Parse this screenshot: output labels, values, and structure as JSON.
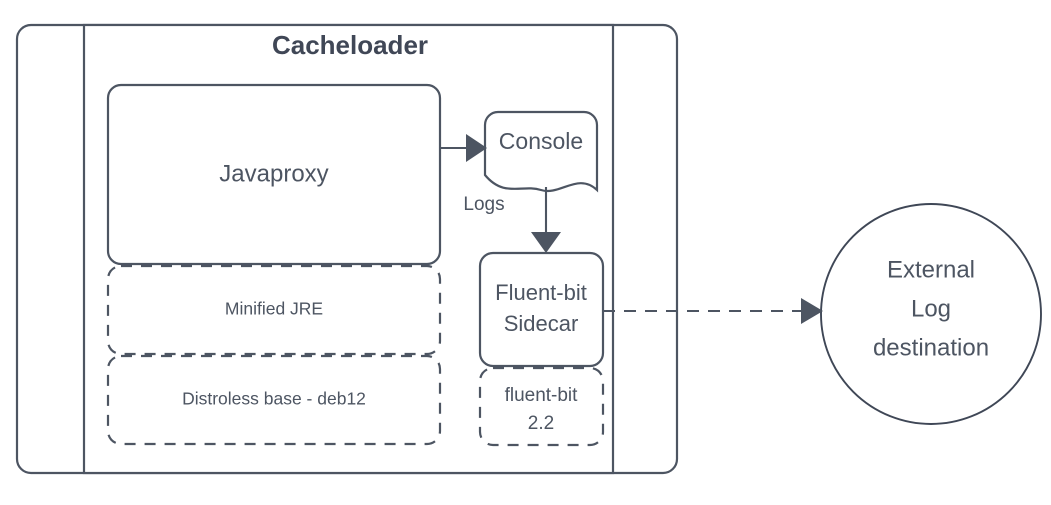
{
  "diagram": {
    "title": "Cacheloader",
    "accent_color": "#4d5562",
    "background_color": "#ffffff",
    "text_color": "#4d5562",
    "outer_container": {
      "name": "pod-outer-container",
      "style": "rounded-rectangle-solid"
    },
    "inner_container": {
      "name": "cacheloader-container",
      "label": "Cacheloader",
      "style": "rectangle-solid"
    },
    "nodes": [
      {
        "id": "javaproxy",
        "label": "Javaproxy",
        "shape": "rounded-rectangle",
        "border": "solid"
      },
      {
        "id": "minified-jre",
        "label": "Minified JRE",
        "shape": "rounded-rectangle",
        "border": "dashed"
      },
      {
        "id": "distroless-base",
        "label": "Distroless base - deb12",
        "shape": "rounded-rectangle",
        "border": "dashed"
      },
      {
        "id": "console",
        "label": "Console",
        "shape": "document",
        "border": "solid"
      },
      {
        "id": "fluent-bit-sidecar",
        "label_line1": "Fluent-bit",
        "label_line2": "Sidecar",
        "shape": "rounded-rectangle",
        "border": "solid"
      },
      {
        "id": "fluent-bit-version",
        "label_line1": "fluent-bit",
        "label_line2": "2.2",
        "shape": "rounded-rectangle",
        "border": "dashed"
      },
      {
        "id": "external-log-destination",
        "label_line1": "External",
        "label_line2": "Log",
        "label_line3": "destination",
        "shape": "circle",
        "border": "solid"
      }
    ],
    "edges": [
      {
        "id": "javaproxy-to-console",
        "label": "Logs",
        "from": "javaproxy",
        "to": "console",
        "style": "solid",
        "arrow": "filled-triangle"
      },
      {
        "id": "console-to-fluent-bit-sidecar",
        "label": "",
        "from": "console",
        "to": "fluent-bit-sidecar",
        "style": "solid",
        "arrow": "filled-triangle"
      },
      {
        "id": "fluent-bit-sidecar-to-external",
        "label": "",
        "from": "fluent-bit-sidecar",
        "to": "external-log-destination",
        "style": "dashed",
        "arrow": "filled-triangle"
      }
    ]
  }
}
